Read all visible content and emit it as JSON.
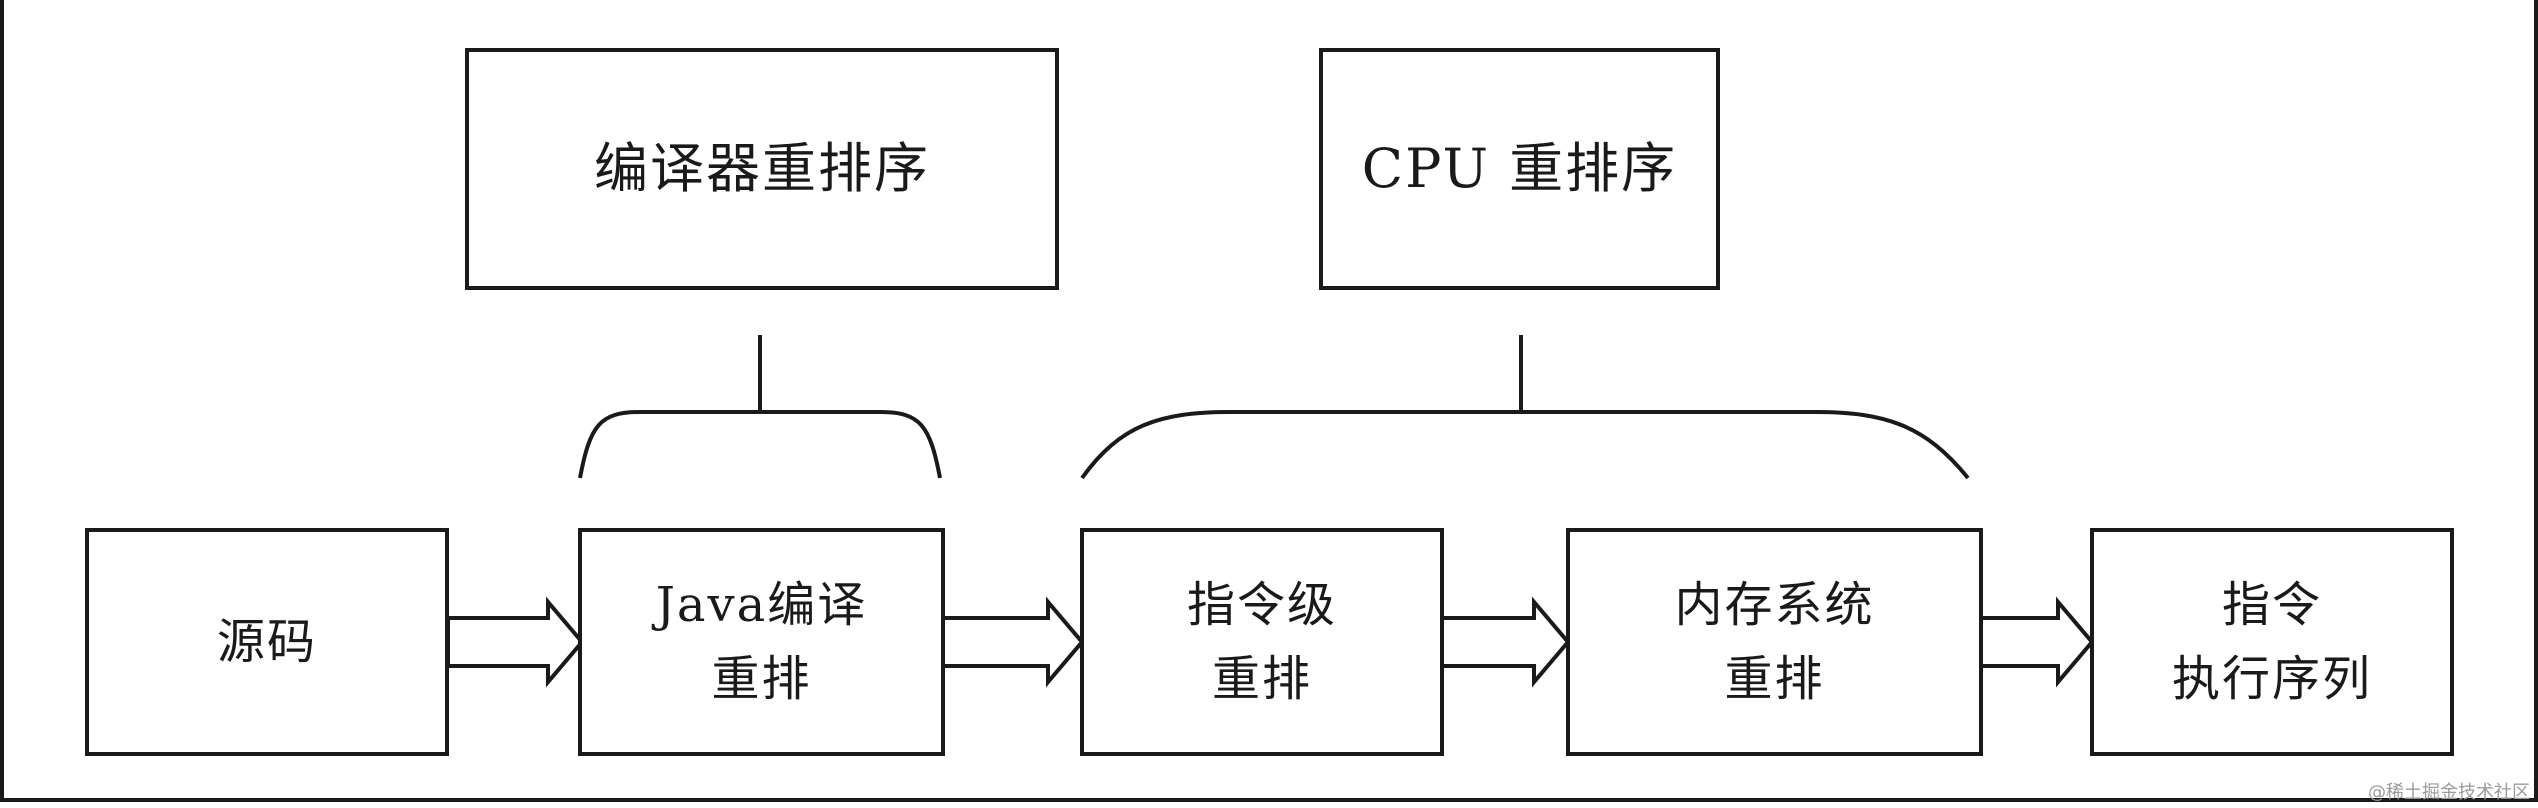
{
  "top_boxes": {
    "compiler": "编译器重排序",
    "cpu": "CPU 重排序"
  },
  "flow_boxes": {
    "source": [
      "源码"
    ],
    "java": [
      "Java编译",
      "重排"
    ],
    "instruction": [
      "指令级",
      "重排"
    ],
    "memory": [
      "内存系统",
      "重排"
    ],
    "exec": [
      "指令",
      "执行序列"
    ]
  },
  "watermark": "@稀土掘金技术社区",
  "colors": {
    "stroke": "#1a1a1a",
    "background": "#ffffff"
  }
}
